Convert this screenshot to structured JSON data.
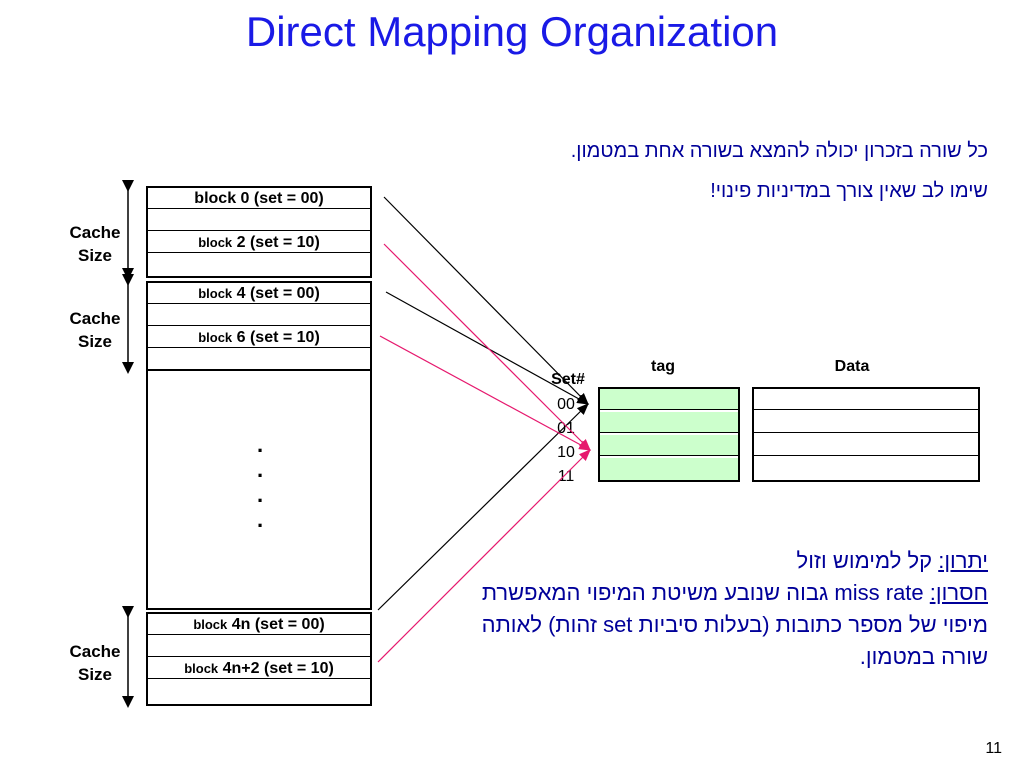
{
  "title": "Direct Mapping Organization",
  "notes": {
    "line1": "כל שורה בזכרון יכולה להמצא בשורה אחת במטמון.",
    "line2": "שימו לב שאין צורך במדיניות פינוי!"
  },
  "cache_label": {
    "line1": "Cache",
    "line2": "Size"
  },
  "memory": {
    "group1": [
      "block 0 (set = 00)",
      "",
      "block 2 (set = 10)",
      ""
    ],
    "group2": [
      "block 4 (set = 00)",
      "",
      "block 6 (set = 10)",
      ""
    ],
    "group3": [
      "block 4n (set = 00)",
      "",
      "block 4n+2 (set = 10)",
      ""
    ],
    "dots": [
      ".",
      ".",
      ".",
      "."
    ],
    "block_word": "block",
    "rows": {
      "b0": {
        "word": "",
        "rest": "block 0 (set = 00)"
      },
      "b2": {
        "word": "block",
        "rest": "2 (set = 10)"
      },
      "b4": {
        "word": "block",
        "rest": "4 (set = 00)"
      },
      "b6": {
        "word": "block",
        "rest": "6 (set = 10)"
      },
      "b4n": {
        "word": "block",
        "rest": "4n (set = 00)"
      },
      "b4n2": {
        "word": "block",
        "rest": "4n+2 (set = 10)"
      }
    }
  },
  "cache": {
    "set_header": "Set#",
    "tag_header": "tag",
    "data_header": "Data",
    "sets": [
      "00",
      "01",
      "10",
      "11"
    ],
    "tag_color": "#ccffcc"
  },
  "pros_cons": {
    "pro_label": "יתרון:",
    "pro_text": " קל למימוש וזול",
    "con_label": "חסרון:",
    "con_text_pre": " ",
    "miss_rate": "miss rate",
    "con_text_1": " גבוה שנובע משיטת המיפוי המאפשרת מיפוי של מספר כתובות (בעלות סיביות ",
    "set_word": "set",
    "con_text_2": " זהות) לאותה שורה במטמון."
  },
  "colors": {
    "title": "#1a1ae6",
    "hebrew_text": "#000099",
    "arrow_black": "#000000",
    "arrow_pink": "#e6196e"
  },
  "page_number": "11"
}
